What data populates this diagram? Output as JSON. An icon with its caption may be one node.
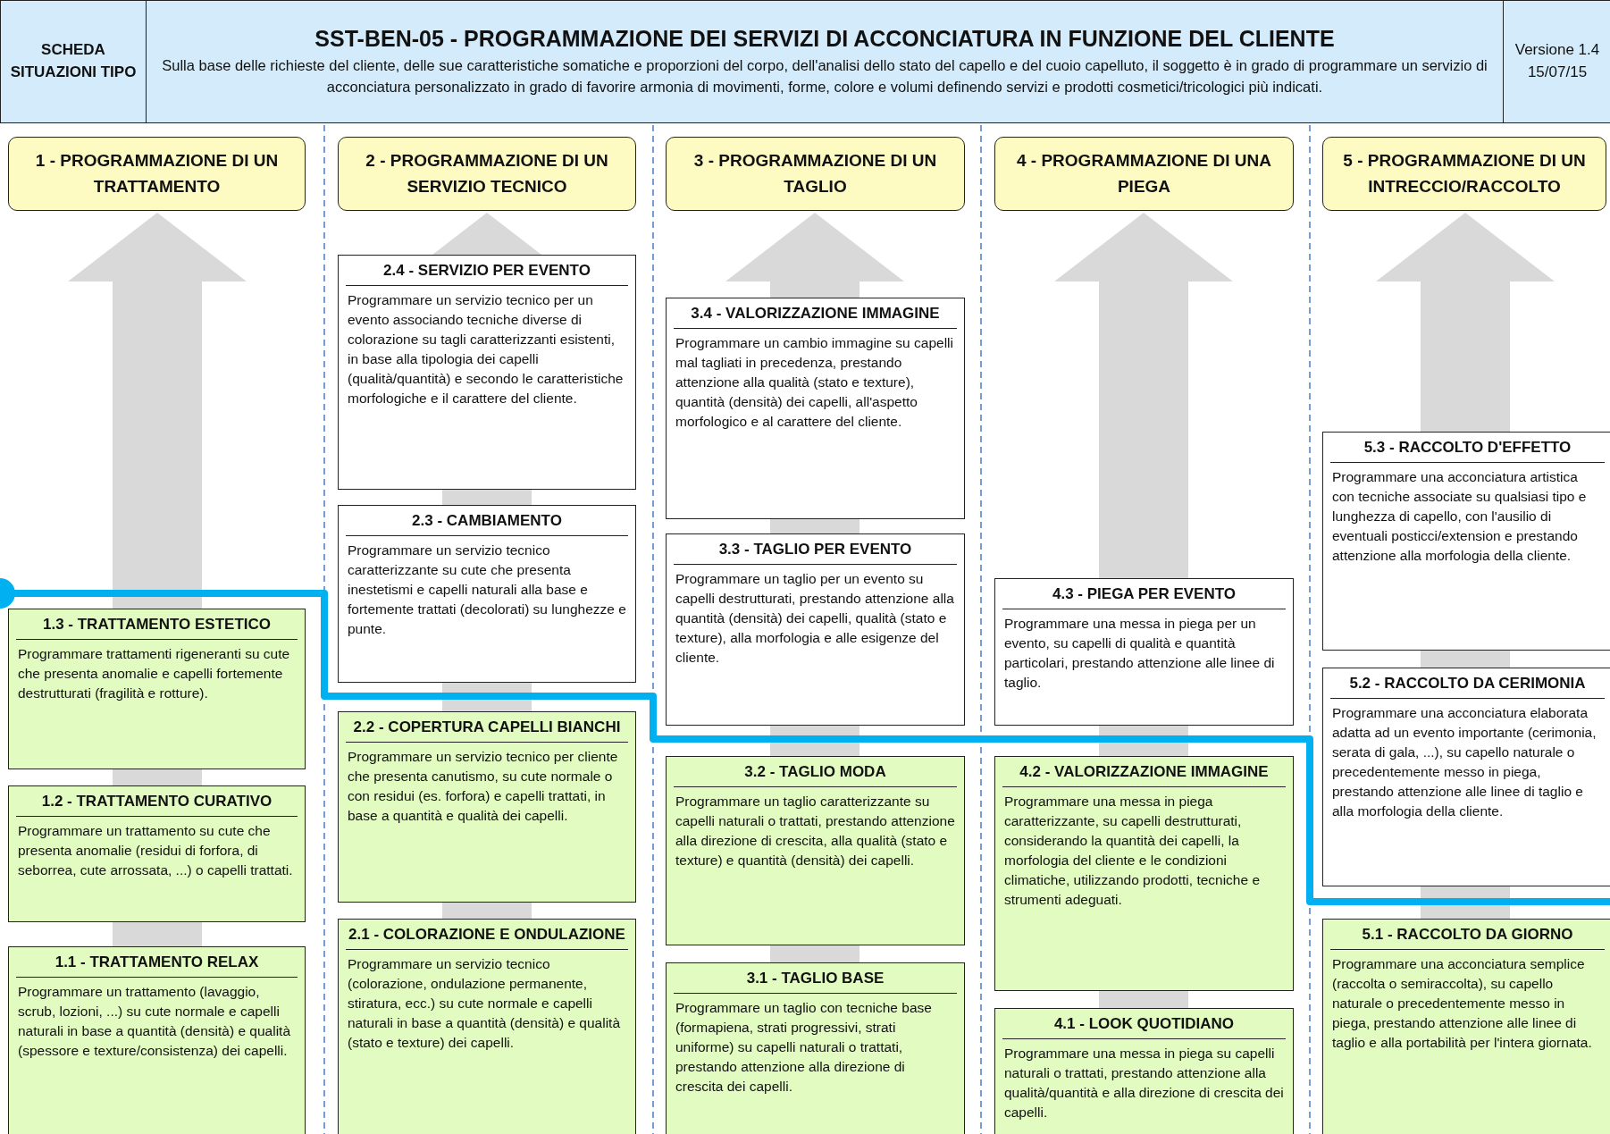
{
  "diagram": {
    "nodes": [
      {
        "text": [
          "SCHEDA SITUAZIONI TIPO"
        ]
      },
      {
        "text": [
          "SST-BEN-05  -  PROGRAMMAZIONE DEI SERVIZI DI ACCONCIATURA IN FUNZIONE DEL CLIENTE",
          "Sulla base delle richieste del cliente, delle sue caratteristiche somatiche e proporzioni del corpo, dell'analisi dello stato del capello e del cuoio capelluto, il soggetto è in grado di programmare un servizio di acconciatura personalizzato in grado di favorire armonia di movimenti, forme, colore e volumi definendo servizi e prodotti cosmetici/tricologici più indicati."
        ]
      },
      {
        "text": [
          "Versione 1.4 15/07/15"
        ]
      },
      {
        "text": [
          "1 - PROGRAMMAZIONE DI UN TRATTAMENTO"
        ]
      },
      {
        "text": [
          "2 - PROGRAMMAZIONE DI UN SERVIZIO TECNICO"
        ]
      },
      {
        "text": [
          "3 - PROGRAMMAZIONE DI UN TAGLIO"
        ]
      },
      {
        "text": [
          "4 - PROGRAMMAZIONE DI UNA PIEGA"
        ]
      },
      {
        "text": [
          "5 - PROGRAMMAZIONE DI UN INTRECCIO/RACCOLTO"
        ]
      },
      {
        "text": [
          "1.3 - TRATTAMENTO ESTETICO",
          "Programmare trattamenti rigeneranti su cute che presenta anomalie e capelli fortemente destrutturati (fragilità e rotture)."
        ]
      },
      {
        "text": [
          "1.2 - TRATTAMENTO CURATIVO",
          "Programmare un trattamento su cute che presenta anomalie (residui di forfora, di seborrea, cute arrossata, ...) o capelli trattati."
        ]
      },
      {
        "text": [
          "1.1 - TRATTAMENTO RELAX",
          "Programmare un trattamento (lavaggio, scrub, lozioni, ...) su cute normale e capelli naturali in base a quantità (densità) e qualità (spessore e texture/consistenza) dei capelli."
        ]
      },
      {
        "text": [
          "2.4 - SERVIZIO PER EVENTO",
          "Programmare un servizio tecnico per un evento associando tecniche diverse di colorazione su tagli caratterizzanti esistenti, in base alla tipologia dei capelli (qualità/quantità) e secondo le caratteristiche morfologiche e il carattere del cliente."
        ]
      },
      {
        "text": [
          "2.3 - CAMBIAMENTO",
          "Programmare un servizio tecnico caratterizzante su cute che presenta inestetismi e capelli naturali alla base e fortemente trattati (decolorati) su lunghezze e punte."
        ]
      },
      {
        "text": [
          "2.2 - COPERTURA CAPELLI BIANCHI",
          "Programmare un servizio tecnico per cliente che presenta canutismo, su cute normale o con residui (es. forfora) e capelli trattati, in base a quantità e qualità dei capelli."
        ]
      },
      {
        "text": [
          "2.1 - COLORAZIONE E ONDULAZIONE",
          "Programmare un servizio tecnico (colorazione, ondulazione permanente, stiratura, ecc.) su cute normale e capelli naturali in base a quantità (densità) e qualità (stato e texture) dei capelli."
        ]
      },
      {
        "text": [
          "3.4 - VALORIZZAZIONE IMMAGINE",
          "Programmare un cambio immagine su capelli mal tagliati in precedenza, prestando attenzione alla qualità (stato e texture), quantità (densità) dei capelli, all'aspetto morfologico e al carattere del cliente."
        ]
      },
      {
        "text": [
          "3.3 - TAGLIO PER EVENTO",
          "Programmare un taglio per un evento su capelli destrutturati, prestando attenzione alla quantità (densità) dei capelli, qualità (stato e texture), alla morfologia e alle esigenze del cliente."
        ]
      },
      {
        "text": [
          "3.2 - TAGLIO MODA",
          "Programmare un taglio caratterizzante su capelli naturali o trattati, prestando attenzione alla direzione di crescita, alla qualità (stato e texture) e quantità (densità) dei capelli."
        ]
      },
      {
        "text": [
          "3.1 - TAGLIO BASE",
          "Programmare un taglio con tecniche base (formapiena, strati progressivi, strati uniforme) su capelli naturali o trattati, prestando attenzione alla direzione di crescita dei capelli."
        ]
      },
      {
        "text": [
          "4.3 - PIEGA PER EVENTO",
          "Programmare una messa in piega per un evento, su capelli di qualità e quantità particolari, prestando attenzione alle linee di taglio."
        ]
      },
      {
        "text": [
          "4.2 - VALORIZZAZIONE IMMAGINE",
          "Programmare una messa in piega caratterizzante, su capelli destrutturati, considerando la quantità dei capelli, la morfologia del cliente e le condizioni climatiche, utilizzando prodotti, tecniche e strumenti adeguati."
        ]
      },
      {
        "text": [
          "4.1 - LOOK QUOTIDIANO",
          "Programmare una messa in piega su capelli naturali o trattati, prestando attenzione alla qualità/quantità e alla direzione di crescita dei capelli."
        ]
      },
      {
        "text": [
          "5.3 - RACCOLTO D'EFFETTO",
          "Programmare una acconciatura artistica con tecniche associate su qualsiasi tipo e lunghezza di capello, con l'ausilio di eventuali posticci/extension e prestando attenzione alla morfologia della cliente."
        ]
      },
      {
        "text": [
          "5.2 - RACCOLTO DA CERIMONIA",
          "Programmare una acconciatura elaborata adatta ad un evento importante (cerimonia, serata di gala, ...), su capello naturale o precedentemente messo in piega, prestando attenzione alle linee di taglio e alla morfologia della cliente."
        ]
      },
      {
        "text": [
          "5.1 - RACCOLTO DA GIORNO",
          "Programmare una acconciatura semplice (raccolta o semiraccolta), su capello naturale o precedentemente messo in piega, prestando attenzione alle linee di taglio e alla portabilità per l'intera giornata."
        ]
      }
    ]
  }
}
